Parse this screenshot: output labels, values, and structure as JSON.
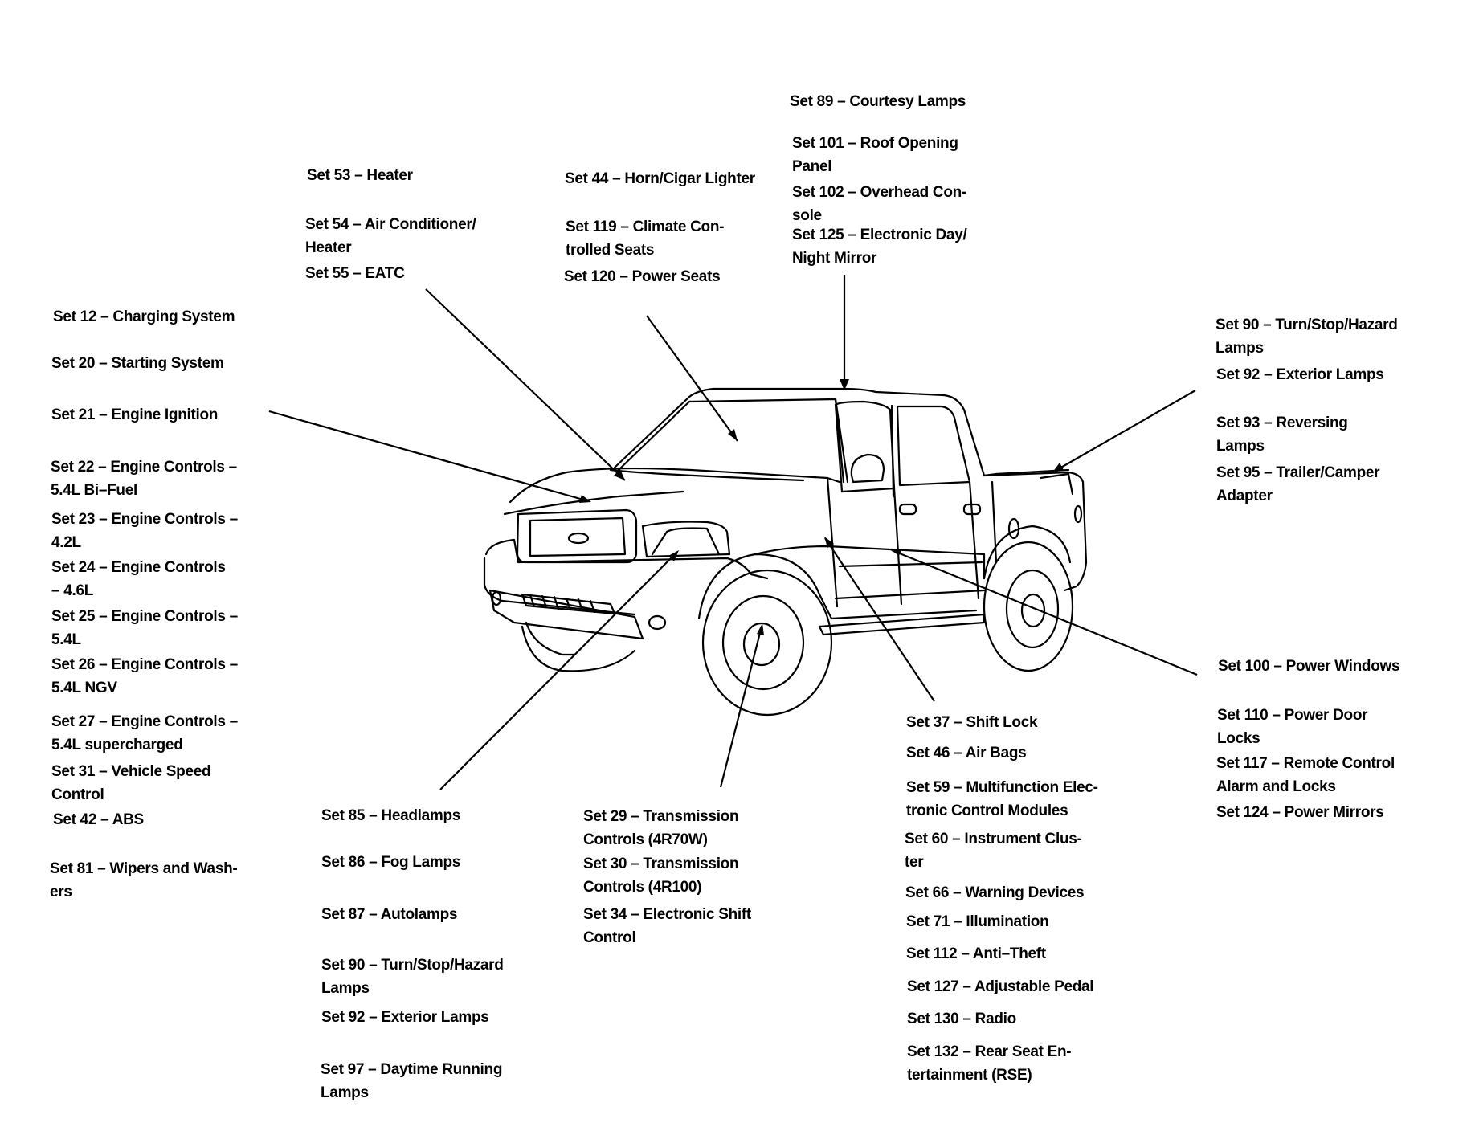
{
  "labels": {
    "set89": [
      "Set 89 – Courtesy Lamps"
    ],
    "set101": [
      "Set 101 – Roof Opening",
      "Panel"
    ],
    "set102": [
      "Set 102 – Overhead Con-",
      "sole"
    ],
    "set125": [
      "Set 125 – Electronic Day/",
      "Night Mirror"
    ],
    "set53": [
      "Set 53 – Heater"
    ],
    "set54": [
      "Set 54 – Air Conditioner/",
      "Heater"
    ],
    "set55": [
      "Set 55 – EATC"
    ],
    "set44": [
      "Set 44 – Horn/Cigar Lighter"
    ],
    "set119": [
      "Set 119 – Climate Con-",
      "trolled Seats"
    ],
    "set120": [
      "Set 120 – Power Seats"
    ],
    "set12": [
      "Set 12 – Charging System"
    ],
    "set20": [
      "Set 20 – Starting System"
    ],
    "set21": [
      "Set 21 – Engine Ignition"
    ],
    "set22": [
      "Set 22 – Engine Controls –",
      "5.4L Bi–Fuel"
    ],
    "set23": [
      "Set 23 – Engine Controls –",
      "4.2L"
    ],
    "set24": [
      "Set 24 – Engine Controls",
      "– 4.6L"
    ],
    "set25": [
      "Set 25 – Engine Controls –",
      "5.4L"
    ],
    "set26": [
      "Set 26 – Engine Controls –",
      "5.4L NGV"
    ],
    "set27": [
      "Set 27 – Engine Controls –",
      "5.4L supercharged"
    ],
    "set31": [
      "Set 31 – Vehicle Speed",
      "Control"
    ],
    "set42": [
      "Set 42 – ABS"
    ],
    "set81": [
      "Set 81 – Wipers and Wash-",
      "ers"
    ],
    "set90a": [
      "Set 90 – Turn/Stop/Hazard",
      "Lamps"
    ],
    "set92a": [
      "Set 92 – Exterior Lamps"
    ],
    "set93": [
      "Set 93 – Reversing",
      "Lamps"
    ],
    "set95": [
      "Set 95 – Trailer/Camper",
      "Adapter"
    ],
    "set100": [
      "Set 100 – Power Windows"
    ],
    "set110": [
      "Set 110 – Power Door",
      "Locks"
    ],
    "set117": [
      "Set 117 – Remote Control",
      "Alarm and Locks"
    ],
    "set124": [
      "Set 124 – Power Mirrors"
    ],
    "set37": [
      "Set 37 – Shift Lock"
    ],
    "set46": [
      "Set 46 – Air Bags"
    ],
    "set59": [
      "Set 59 – Multifunction Elec-",
      "tronic Control Modules"
    ],
    "set60": [
      "Set 60 – Instrument Clus-",
      "ter"
    ],
    "set66": [
      "Set 66 – Warning Devices"
    ],
    "set71": [
      "Set 71 – Illumination"
    ],
    "set112": [
      "Set 112 – Anti–Theft"
    ],
    "set127": [
      "Set 127 – Adjustable Pedal"
    ],
    "set130": [
      "Set 130 – Radio"
    ],
    "set132": [
      "Set 132 – Rear Seat En-",
      "tertainment (RSE)"
    ],
    "set85": [
      "Set 85 – Headlamps"
    ],
    "set86": [
      "Set 86 – Fog Lamps"
    ],
    "set87": [
      "Set 87 – Autolamps"
    ],
    "set90b": [
      "Set 90 – Turn/Stop/Hazard",
      "Lamps"
    ],
    "set92b": [
      "Set 92 – Exterior Lamps"
    ],
    "set97": [
      "Set 97 – Daytime Running",
      "Lamps"
    ],
    "set29": [
      "Set 29 – Transmission",
      "Controls (4R70W)"
    ],
    "set30": [
      "Set 30 – Transmission",
      "Controls (4R100)"
    ],
    "set34": [
      "Set 34 – Electronic Shift",
      "Control"
    ]
  }
}
